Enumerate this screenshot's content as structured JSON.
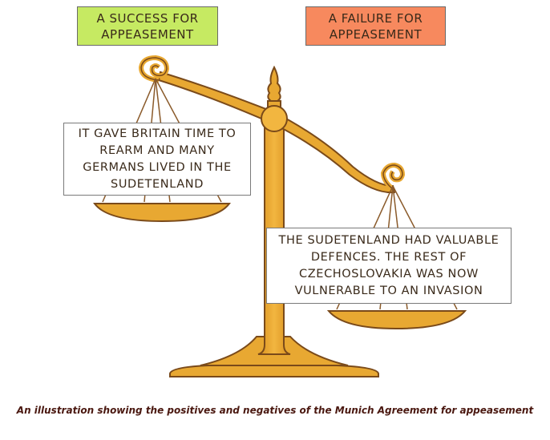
{
  "labels": {
    "success": "A SUCCESS FOR APPEASEMENT",
    "failure": "A FAILURE FOR APPEASEMENT"
  },
  "notes": {
    "left": "IT GAVE BRITAIN TIME TO REARM AND MANY GERMANS LIVED IN THE SUDETENLAND",
    "right": "THE SUDETENLAND HAD VALUABLE DEFENCES. THE REST OF CZECHOSLOVAKIA WAS NOW VULNERABLE TO AN INVASION"
  },
  "caption": "An illustration showing the positives and negatives of the Munich Agreement for appeasement",
  "colors": {
    "success_bg": "#c6ea62",
    "failure_bg": "#f7895e",
    "scale_gold": "#e8a832",
    "scale_outline": "#7a4a1a"
  }
}
